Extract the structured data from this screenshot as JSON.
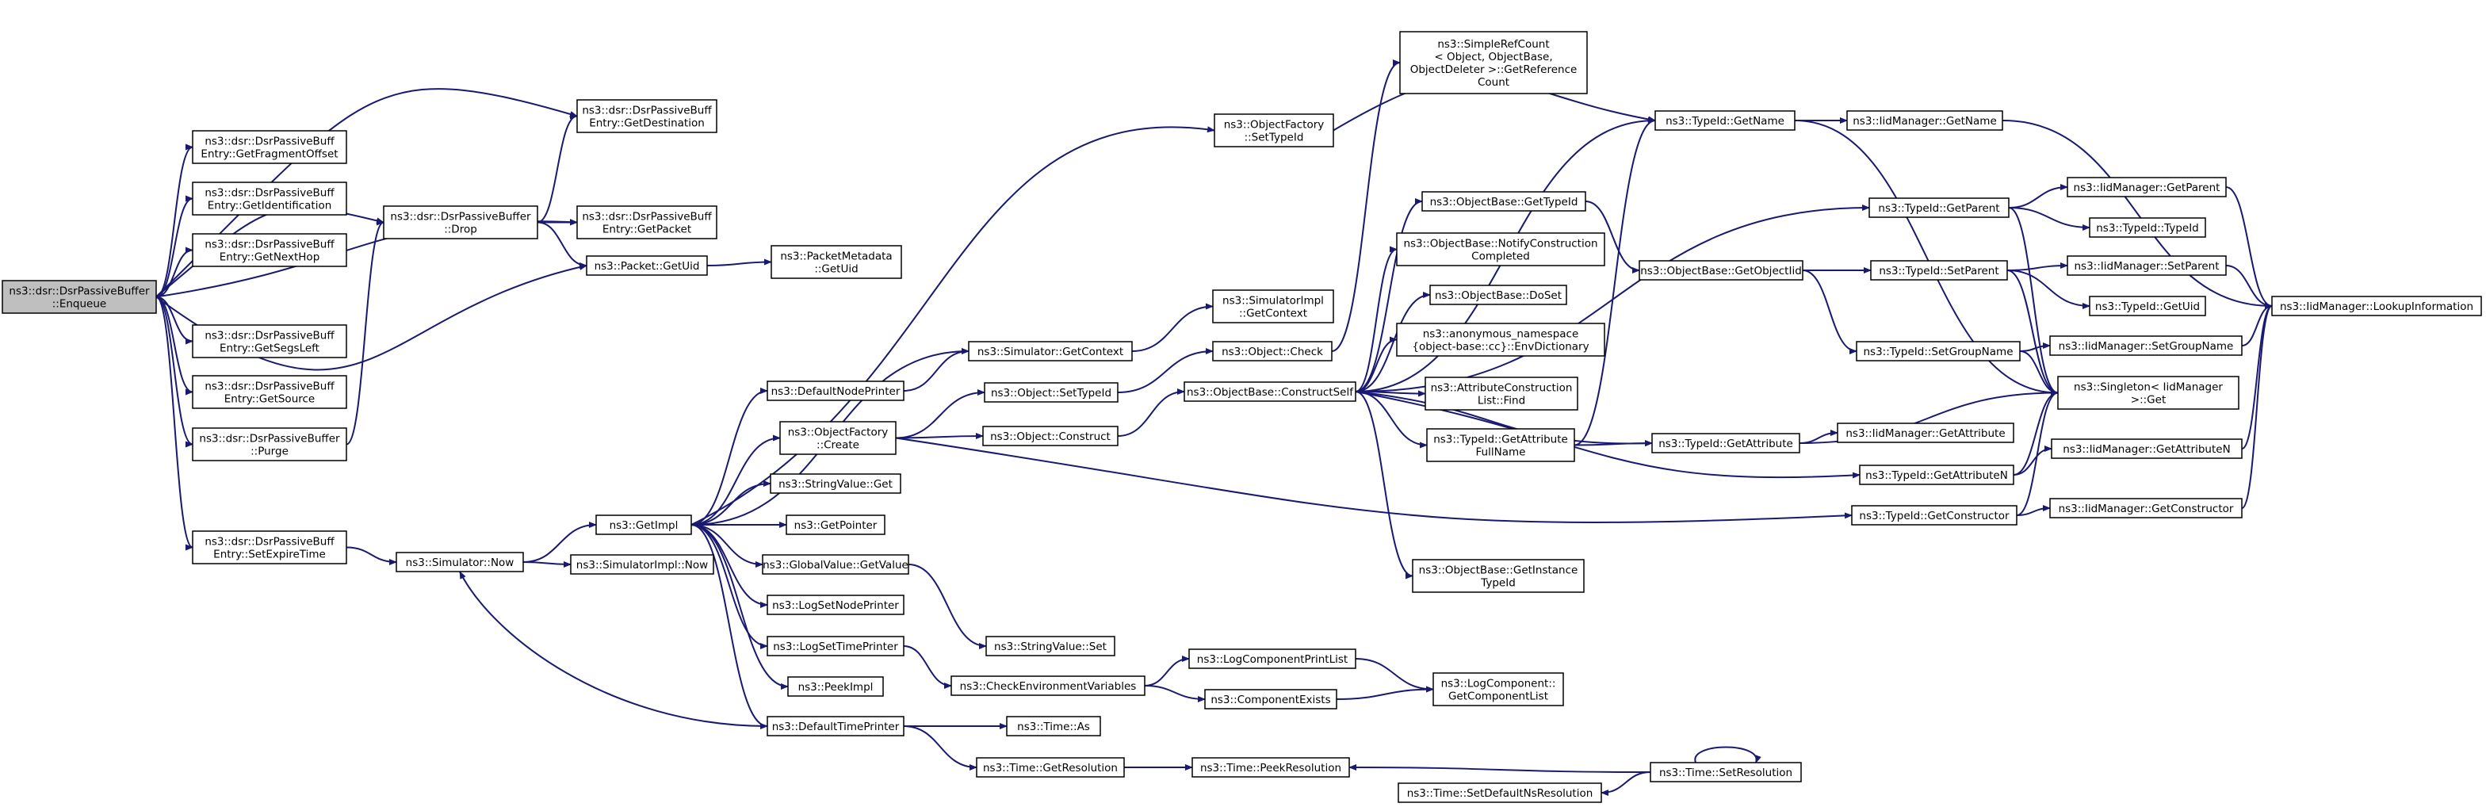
{
  "diagram": {
    "nodes": [
      {
        "id": "enqueue",
        "lines": [
          "ns3::dsr::DsrPassiveBuffer",
          "::Enqueue"
        ],
        "root": true
      },
      {
        "id": "getdestination",
        "lines": [
          "ns3::dsr::DsrPassiveBuff",
          "Entry::GetDestination"
        ]
      },
      {
        "id": "getfragmentoffset",
        "lines": [
          "ns3::dsr::DsrPassiveBuff",
          "Entry::GetFragmentOffset"
        ]
      },
      {
        "id": "getidentification",
        "lines": [
          "ns3::dsr::DsrPassiveBuff",
          "Entry::GetIdentification"
        ]
      },
      {
        "id": "getnexthop",
        "lines": [
          "ns3::dsr::DsrPassiveBuff",
          "Entry::GetNextHop"
        ]
      },
      {
        "id": "getsegsleft",
        "lines": [
          "ns3::dsr::DsrPassiveBuff",
          "Entry::GetSegsLeft"
        ]
      },
      {
        "id": "getsource",
        "lines": [
          "ns3::dsr::DsrPassiveBuff",
          "Entry::GetSource"
        ]
      },
      {
        "id": "purge",
        "lines": [
          "ns3::dsr::DsrPassiveBuffer",
          "::Purge"
        ]
      },
      {
        "id": "setexpiretime",
        "lines": [
          "ns3::dsr::DsrPassiveBuff",
          "Entry::SetExpireTime"
        ]
      },
      {
        "id": "drop",
        "lines": [
          "ns3::dsr::DsrPassiveBuffer",
          "::Drop"
        ]
      },
      {
        "id": "getpacket",
        "lines": [
          "ns3::dsr::DsrPassiveBuff",
          "Entry::GetPacket"
        ]
      },
      {
        "id": "packetgetuid",
        "lines": [
          "ns3::Packet::GetUid"
        ]
      },
      {
        "id": "metadatagetuid",
        "lines": [
          "ns3::PacketMetadata",
          "::GetUid"
        ]
      },
      {
        "id": "simnow",
        "lines": [
          "ns3::Simulator::Now"
        ]
      },
      {
        "id": "getimpl",
        "lines": [
          "ns3::GetImpl"
        ]
      },
      {
        "id": "simimplnow",
        "lines": [
          "ns3::SimulatorImpl::Now"
        ]
      },
      {
        "id": "defaultnodeprinter",
        "lines": [
          "ns3::DefaultNodePrinter"
        ]
      },
      {
        "id": "ofcreate",
        "lines": [
          "ns3::ObjectFactory",
          "::Create"
        ]
      },
      {
        "id": "stringvalueget",
        "lines": [
          "ns3::StringValue::Get"
        ]
      },
      {
        "id": "getpointer",
        "lines": [
          "ns3::GetPointer"
        ]
      },
      {
        "id": "globalvaluegetvalue",
        "lines": [
          "ns3::GlobalValue::GetValue"
        ]
      },
      {
        "id": "logsetnodeprinter",
        "lines": [
          "ns3::LogSetNodePrinter"
        ]
      },
      {
        "id": "logsettimeprinter",
        "lines": [
          "ns3::LogSetTimePrinter"
        ]
      },
      {
        "id": "peekimpl",
        "lines": [
          "ns3::PeekImpl"
        ]
      },
      {
        "id": "defaulttimeprinter",
        "lines": [
          "ns3::DefaultTimePrinter"
        ]
      },
      {
        "id": "ofsettypeid",
        "lines": [
          "ns3::ObjectFactory",
          "::SetTypeId"
        ]
      },
      {
        "id": "simgetcontext",
        "lines": [
          "ns3::Simulator::GetContext"
        ]
      },
      {
        "id": "simimplgetcontext",
        "lines": [
          "ns3::SimulatorImpl",
          "::GetContext"
        ]
      },
      {
        "id": "objectcheck",
        "lines": [
          "ns3::Object::Check"
        ]
      },
      {
        "id": "objectsettypeid",
        "lines": [
          "ns3::Object::SetTypeId"
        ]
      },
      {
        "id": "objectconstruct",
        "lines": [
          "ns3::Object::Construct"
        ]
      },
      {
        "id": "stringvalueset",
        "lines": [
          "ns3::StringValue::Set"
        ]
      },
      {
        "id": "checkenv",
        "lines": [
          "ns3::CheckEnvironmentVariables"
        ]
      },
      {
        "id": "timeas",
        "lines": [
          "ns3::Time::As"
        ]
      },
      {
        "id": "timegetres",
        "lines": [
          "ns3::Time::GetResolution"
        ]
      },
      {
        "id": "simplerefcount",
        "lines": [
          "ns3::SimpleRefCount",
          "< Object, ObjectBase,",
          "ObjectDeleter >::GetReference",
          "Count"
        ]
      },
      {
        "id": "obgettypeid",
        "lines": [
          "ns3::ObjectBase::GetTypeId"
        ]
      },
      {
        "id": "obnotify",
        "lines": [
          "ns3::ObjectBase::NotifyConstruction",
          "Completed"
        ]
      },
      {
        "id": "obdoset",
        "lines": [
          "ns3::ObjectBase::DoSet"
        ]
      },
      {
        "id": "envdict",
        "lines": [
          "ns3::anonymous_namespace",
          "{object-base::cc}::EnvDictionary"
        ]
      },
      {
        "id": "obconstructself",
        "lines": [
          "ns3::ObjectBase::ConstructSelf"
        ]
      },
      {
        "id": "attrconstfind",
        "lines": [
          "ns3::AttributeConstruction",
          "List::Find"
        ]
      },
      {
        "id": "getattrfullname",
        "lines": [
          "ns3::TypeId::GetAttribute",
          "FullName"
        ]
      },
      {
        "id": "obgetinstancetypeid",
        "lines": [
          "ns3::ObjectBase::GetInstance",
          "TypeId"
        ]
      },
      {
        "id": "logcompprintlist",
        "lines": [
          "ns3::LogComponentPrintList"
        ]
      },
      {
        "id": "compexists",
        "lines": [
          "ns3::ComponentExists"
        ]
      },
      {
        "id": "logcompgetlist",
        "lines": [
          "ns3::LogComponent::",
          "GetComponentList"
        ]
      },
      {
        "id": "timepeekres",
        "lines": [
          "ns3::Time::PeekResolution"
        ]
      },
      {
        "id": "timesetdefaultns",
        "lines": [
          "ns3::Time::SetDefaultNsResolution"
        ]
      },
      {
        "id": "timesetres",
        "lines": [
          "ns3::Time::SetResolution"
        ]
      },
      {
        "id": "typeidgetname",
        "lines": [
          "ns3::TypeId::GetName"
        ]
      },
      {
        "id": "obgetobjectiid",
        "lines": [
          "ns3::ObjectBase::GetObjectIid"
        ]
      },
      {
        "id": "typeidgetattribute",
        "lines": [
          "ns3::TypeId::GetAttribute"
        ]
      },
      {
        "id": "iidgetname",
        "lines": [
          "ns3::IidManager::GetName"
        ]
      },
      {
        "id": "typeidgetparent",
        "lines": [
          "ns3::TypeId::GetParent"
        ]
      },
      {
        "id": "typeidsetparent",
        "lines": [
          "ns3::TypeId::SetParent"
        ]
      },
      {
        "id": "typeidsetgroupname",
        "lines": [
          "ns3::TypeId::SetGroupName"
        ]
      },
      {
        "id": "iidgetattribute",
        "lines": [
          "ns3::IidManager::GetAttribute"
        ]
      },
      {
        "id": "typeidgetattributen",
        "lines": [
          "ns3::TypeId::GetAttributeN"
        ]
      },
      {
        "id": "typeidgetconstructor",
        "lines": [
          "ns3::TypeId::GetConstructor"
        ]
      },
      {
        "id": "iidgetparent",
        "lines": [
          "ns3::IidManager::GetParent"
        ]
      },
      {
        "id": "typeidtypeid",
        "lines": [
          "ns3::TypeId::TypeId"
        ]
      },
      {
        "id": "iidsetparent",
        "lines": [
          "ns3::IidManager::SetParent"
        ]
      },
      {
        "id": "typeidgetuid",
        "lines": [
          "ns3::TypeId::GetUid"
        ]
      },
      {
        "id": "iidsetgroupname",
        "lines": [
          "ns3::IidManager::SetGroupName"
        ]
      },
      {
        "id": "singletonget",
        "lines": [
          "ns3::Singleton< IidManager",
          ">::Get"
        ]
      },
      {
        "id": "iidgetattributen",
        "lines": [
          "ns3::IidManager::GetAttributeN"
        ]
      },
      {
        "id": "iidgetconstructor",
        "lines": [
          "ns3::IidManager::GetConstructor"
        ]
      },
      {
        "id": "iidlookup",
        "lines": [
          "ns3::IidManager::LookupInformation"
        ]
      }
    ]
  }
}
